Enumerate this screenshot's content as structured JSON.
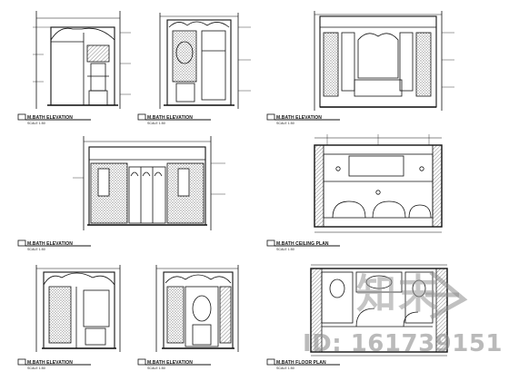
{
  "sheet": {
    "panels": [
      {
        "caption": "M.BATH ELEVATION",
        "scale": "SCALE 1:50"
      },
      {
        "caption": "M.BATH ELEVATION",
        "scale": "SCALE 1:50"
      },
      {
        "caption": "M.BATH ELEVATION",
        "scale": "SCALE 1:50"
      },
      {
        "caption": "M.BATH ELEVATION",
        "scale": "SCALE 1:50"
      },
      {
        "caption": "M.BATH CEILING PLAN",
        "scale": "SCALE 1:50"
      },
      {
        "caption": "M.BATH ELEVATION",
        "scale": "SCALE 1:50"
      },
      {
        "caption": "M.BATH ELEVATION",
        "scale": "SCALE 1:50"
      },
      {
        "caption": "M.BATH FLOOR PLAN",
        "scale": "SCALE 1:50"
      }
    ]
  },
  "watermark": {
    "logo_text": "知末",
    "id_text": "ID: 161739151",
    "color": "#8c8c8c"
  },
  "colors": {
    "ink": "#111111",
    "background": "#ffffff"
  }
}
